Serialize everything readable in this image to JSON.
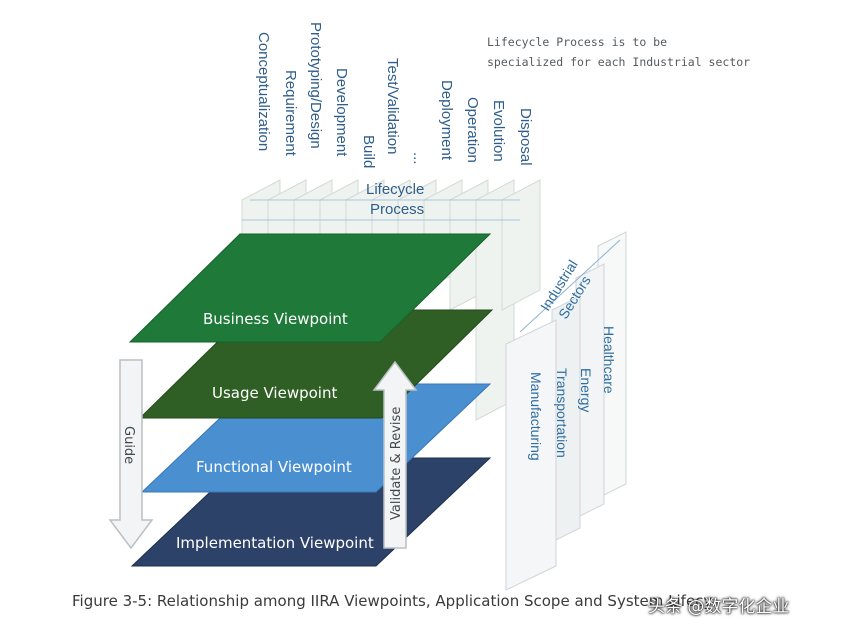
{
  "note": {
    "line1": "Lifecycle Process is to be",
    "line2": "specialized for each Industrial sector"
  },
  "lifecycle": {
    "label_line1": "Lifecycle",
    "label_line2": "Process",
    "phases": [
      "Conceptualization",
      "Requirement",
      "Prototyping/Design",
      "Development",
      "Build",
      "Test/Validation",
      "...",
      "Deployment",
      "Operation",
      "Evolution",
      "Disposal"
    ]
  },
  "sectors": {
    "label_line1": "Industrial",
    "label_line2": "Sectors",
    "items": [
      "Manufacturing",
      "Transportation",
      "Energy",
      "Healthcare"
    ]
  },
  "viewpoints": [
    {
      "label": "Business Viewpoint",
      "color": "#1f7a3a"
    },
    {
      "label": "Usage Viewpoint",
      "color": "#2f5f25"
    },
    {
      "label": "Functional Viewpoint",
      "color": "#4a8fd0"
    },
    {
      "label": "Implementation Viewpoint",
      "color": "#2d4268"
    }
  ],
  "arrows": {
    "guide": "Guide",
    "validate": "Validate & Revise"
  },
  "caption": "Figure 3-5: Relationship among IIRA Viewpoints, Application Scope and System Lifecycle Process",
  "watermark": "头条 @数字化企业"
}
